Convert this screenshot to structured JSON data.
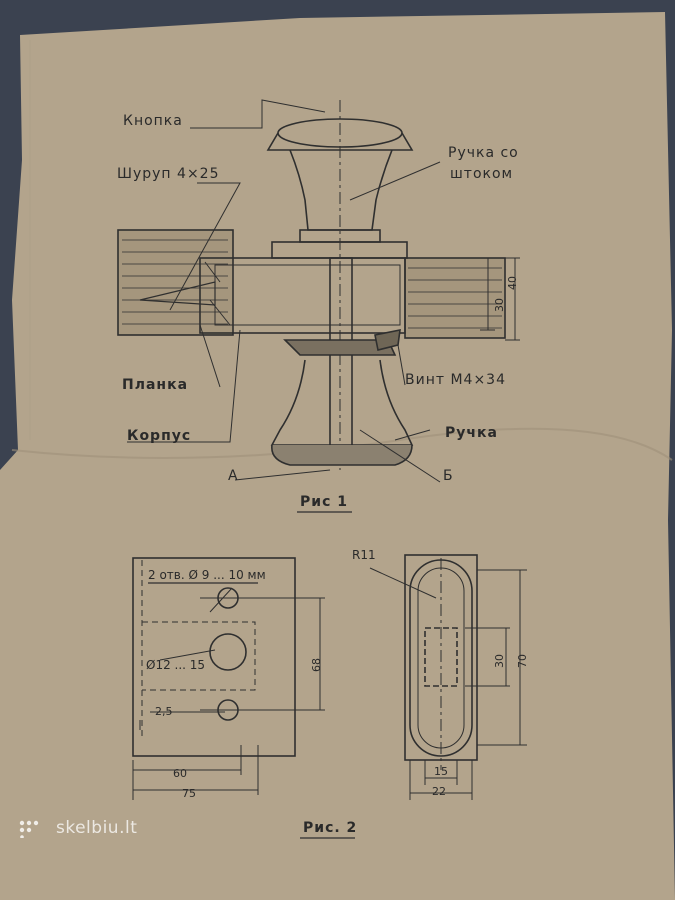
{
  "figure1": {
    "caption": "Рис 1",
    "labels": {
      "knopka": "Кнопка",
      "shurup": "Шуруп 4×25",
      "ruchka_so": "Ручка со",
      "shtokom": "штоком",
      "planka": "Планка",
      "korpus": "Корпус",
      "vint": "Винт М4×34",
      "ruchka": "Ручка",
      "a": "А",
      "b": "Б"
    },
    "dims": {
      "d30": "30",
      "d40": "40"
    }
  },
  "figure2": {
    "caption": "Рис. 2",
    "labels": {
      "holes": "2 отв. Ø 9 ... 10 мм",
      "bore": "Ø12 ... 15",
      "r11": "R11"
    },
    "dims": {
      "d68": "68",
      "d2_5": "2,5",
      "d60": "60",
      "d75": "75",
      "d30": "30",
      "d70": "70",
      "d15": "15",
      "d22": "22"
    }
  },
  "watermark": {
    "text": "skelbiu.lt",
    "icon": "dots-logo-icon"
  }
}
